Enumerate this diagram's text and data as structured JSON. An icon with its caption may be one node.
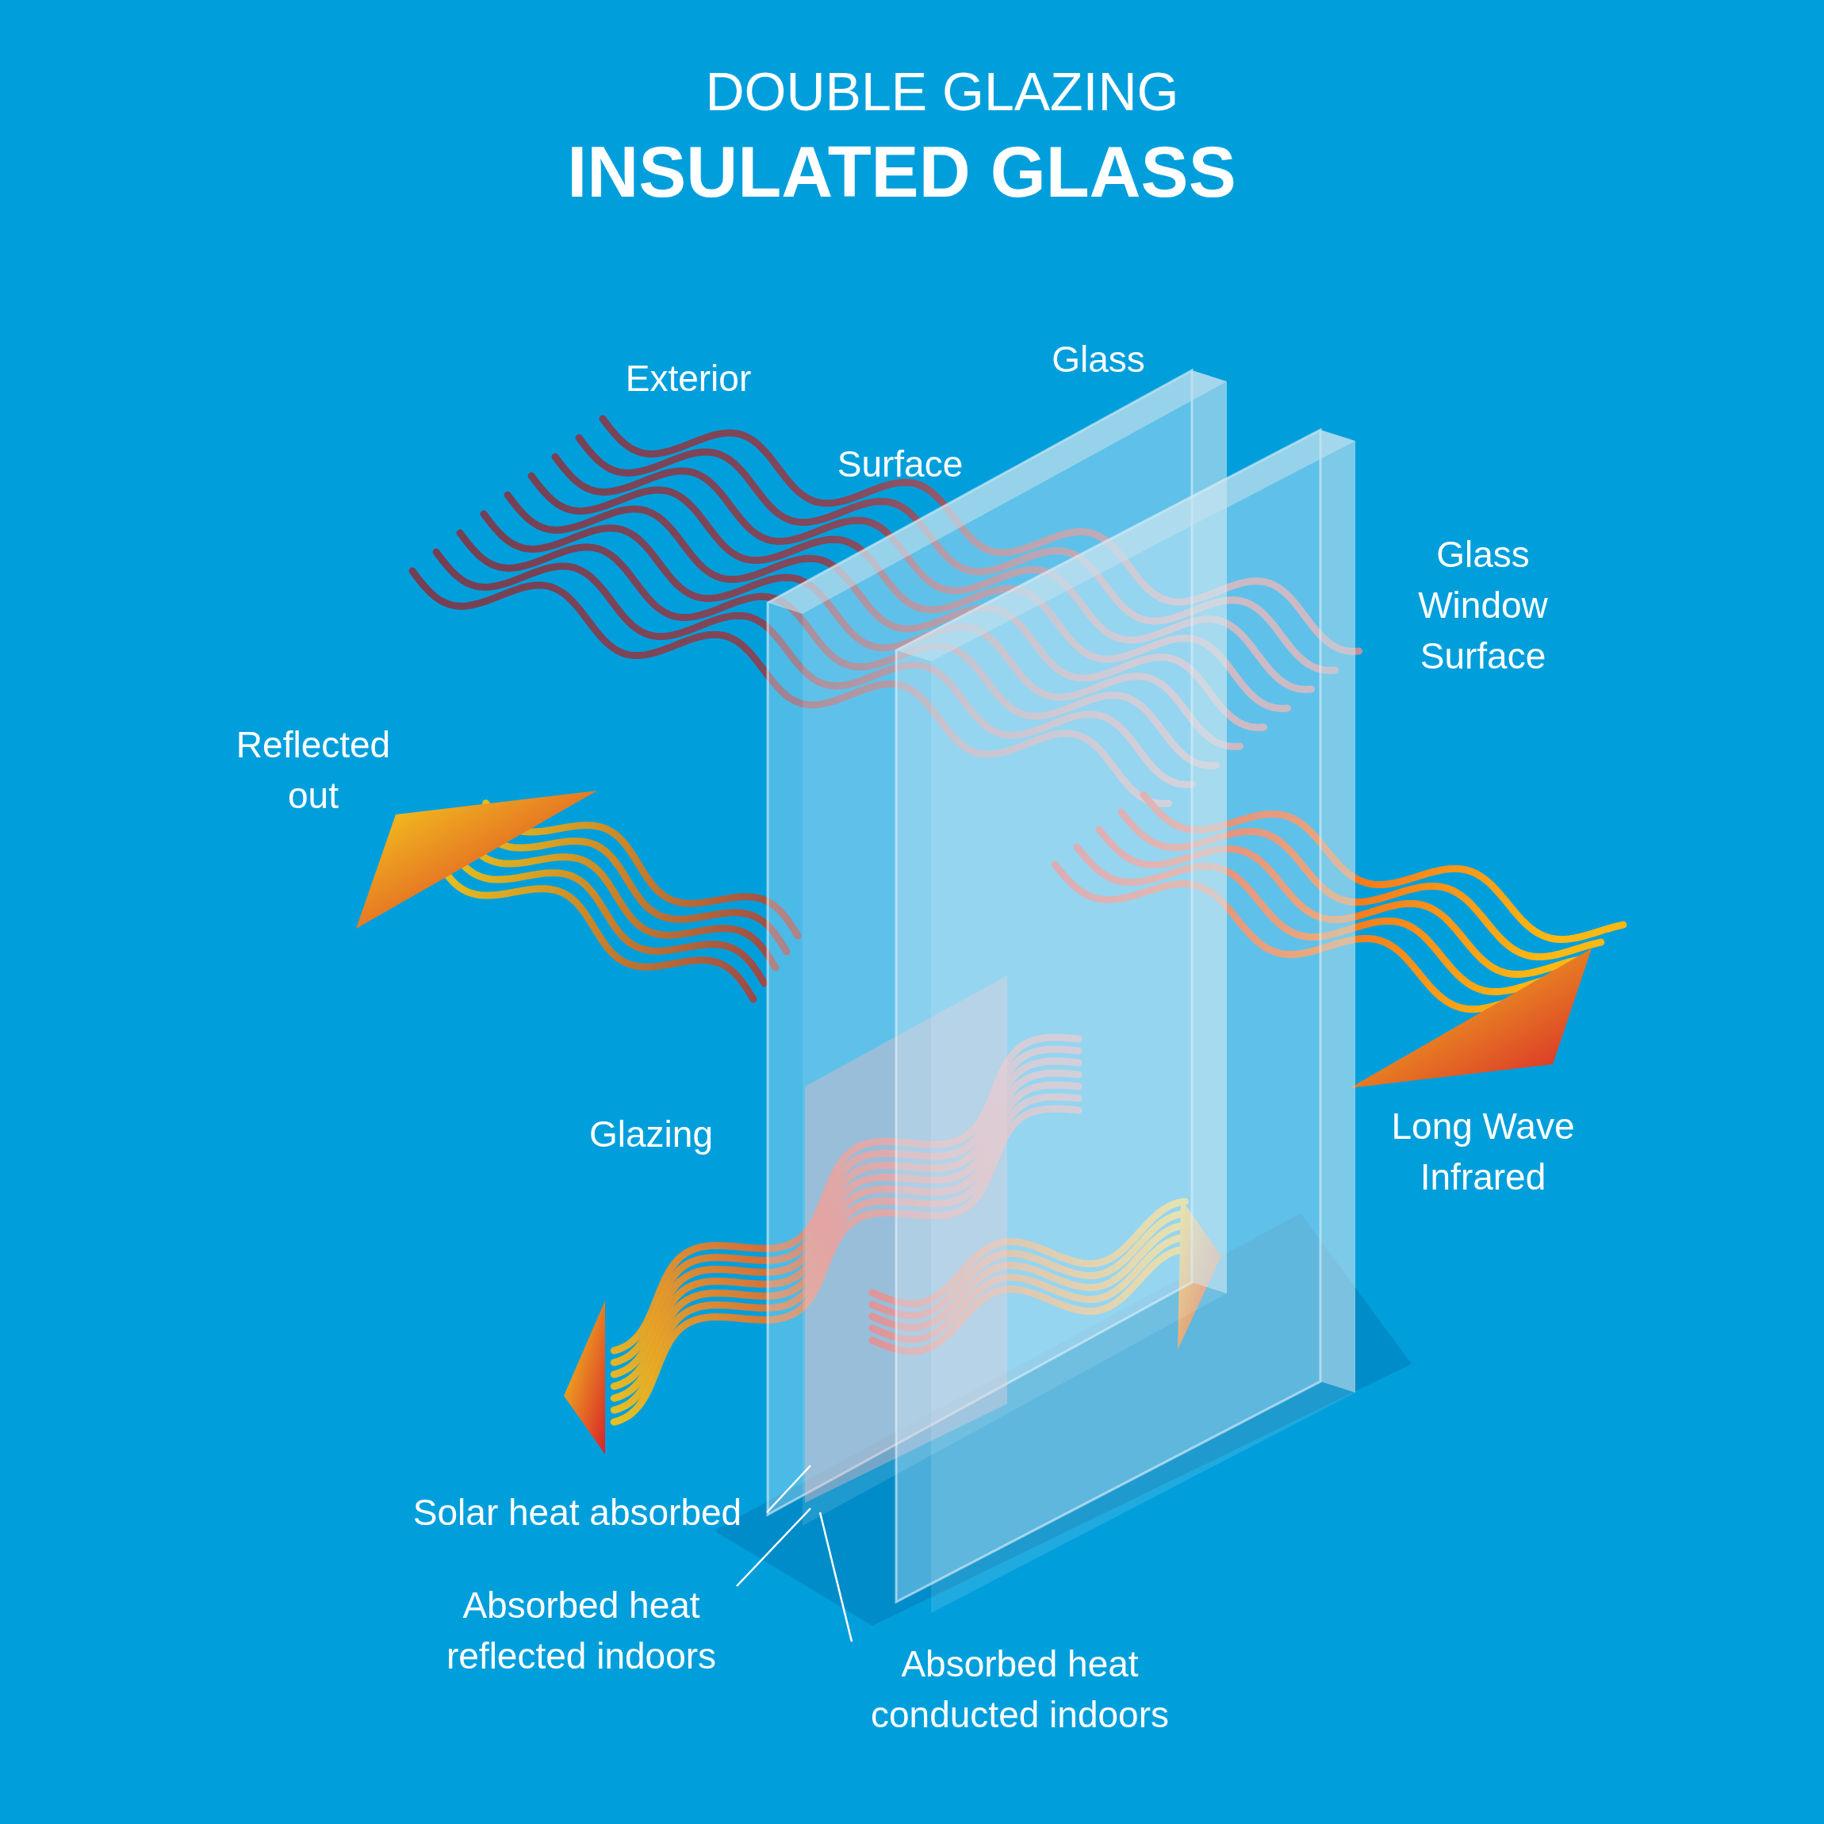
{
  "diagram": {
    "title": "DOUBLE GLAZING",
    "nodes": [
      {
        "text": [
          "Solar heat absorbed"
        ]
      },
      {
        "text": [
          "Absorbed heat reflected indoors"
        ]
      },
      {
        "text": [
          "Absorbed heat conducted indoors"
        ]
      }
    ],
    "edges": [
      {
        "from": 0,
        "to": null,
        "arrow": "none"
      },
      {
        "from": 1,
        "to": null,
        "arrow": "none"
      },
      {
        "from": 2,
        "to": null,
        "arrow": "none"
      }
    ],
    "labels": [
      "INSULATED GLASS",
      "Exterior",
      "Glass",
      "Surface",
      "Glass Window Surface",
      "Reflected out",
      "Glazing",
      "Long Wave Infrared"
    ]
  }
}
